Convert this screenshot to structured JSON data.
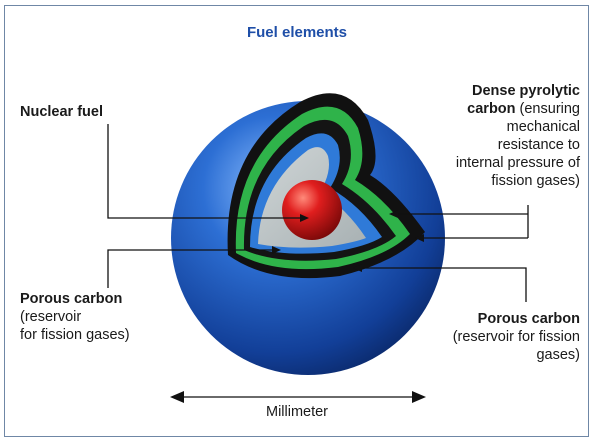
{
  "title": "Fuel elements",
  "labels": {
    "nuclear_fuel": "Nuclear fuel",
    "dense_pyrolytic_bold": "Dense pyrolytic",
    "dense_pyrolytic_bold2": "carbon",
    "dense_pyrolytic_rest1": " (ensuring",
    "dense_pyrolytic_rest2": "mechanical",
    "dense_pyrolytic_rest3": "resistance to",
    "dense_pyrolytic_rest4": "internal pressure of",
    "dense_pyrolytic_rest5": "fission gases)",
    "porous_left_bold": "Porous carbon",
    "porous_left_l2": "(reservoir",
    "porous_left_l3": "for fission gases)",
    "porous_right_bold": "Porous carbon",
    "porous_right_l2": "(reservoir for fission",
    "porous_right_l3": "gases)"
  },
  "scale": {
    "label": "Millimeter"
  },
  "colors": {
    "frame": "#6f87a6",
    "title": "#1f4fa8",
    "outer_sphere": "#1f57b8",
    "green_layer": "#2fb34a",
    "black_layer": "#111111",
    "kernel": "#c81414"
  }
}
